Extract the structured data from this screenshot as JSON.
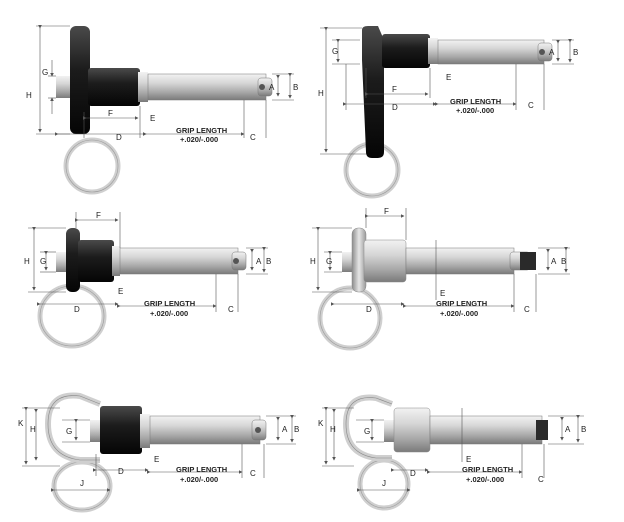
{
  "labels": {
    "a": "A",
    "b": "B",
    "c": "C",
    "d": "D",
    "e": "E",
    "f": "F",
    "g": "G",
    "h": "H",
    "j": "J",
    "k": "K",
    "grip_length": "GRIP LENGTH",
    "tolerance": "+.020/-.000"
  },
  "colors": {
    "shaft": "#c9c9c9",
    "shaft_dark": "#8a8a8a",
    "black_handle": "#1a1a1a",
    "ring": "#e8e8e8",
    "outline": "#444444"
  },
  "panels": [
    {
      "id": "t-handle-pin",
      "handle": "t-handle"
    },
    {
      "id": "l-handle-pin",
      "handle": "l-handle"
    },
    {
      "id": "button-head-pin-black",
      "handle": "button-black"
    },
    {
      "id": "button-head-pin-steel",
      "handle": "button-steel"
    },
    {
      "id": "d-ring-pin-black",
      "handle": "d-ring-black"
    },
    {
      "id": "d-ring-pin-steel",
      "handle": "d-ring-steel"
    }
  ]
}
